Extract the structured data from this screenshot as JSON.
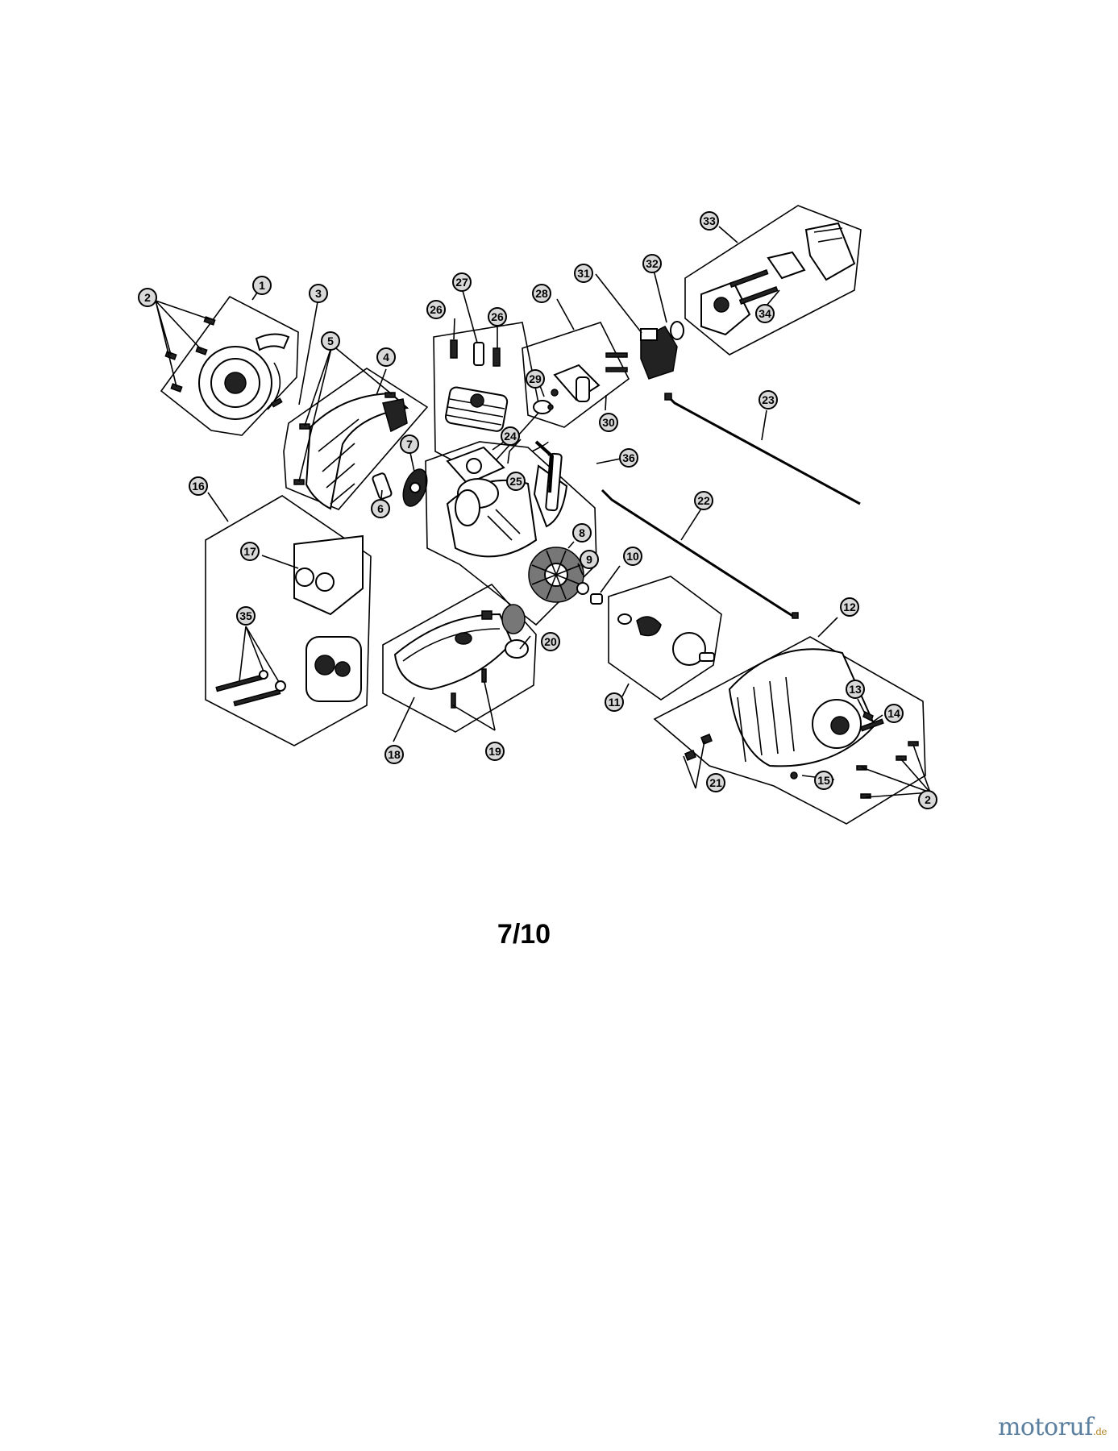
{
  "page_label": "7/10",
  "watermark": {
    "main": "motoruf",
    "tld": ".de"
  },
  "callouts": [
    "1",
    "2",
    "3",
    "4",
    "5",
    "6",
    "7",
    "8",
    "9",
    "10",
    "11",
    "12",
    "13",
    "14",
    "15",
    "16",
    "17",
    "18",
    "19",
    "20",
    "21",
    "22",
    "23",
    "24",
    "25",
    "26",
    "27",
    "28",
    "29",
    "30",
    "31",
    "32",
    "33",
    "34",
    "35",
    "36"
  ],
  "colors": {
    "callout_fill": "#d9d9d9",
    "line": "#000000",
    "watermark": "#5b7f9e",
    "watermark_tld": "#b6862a"
  }
}
